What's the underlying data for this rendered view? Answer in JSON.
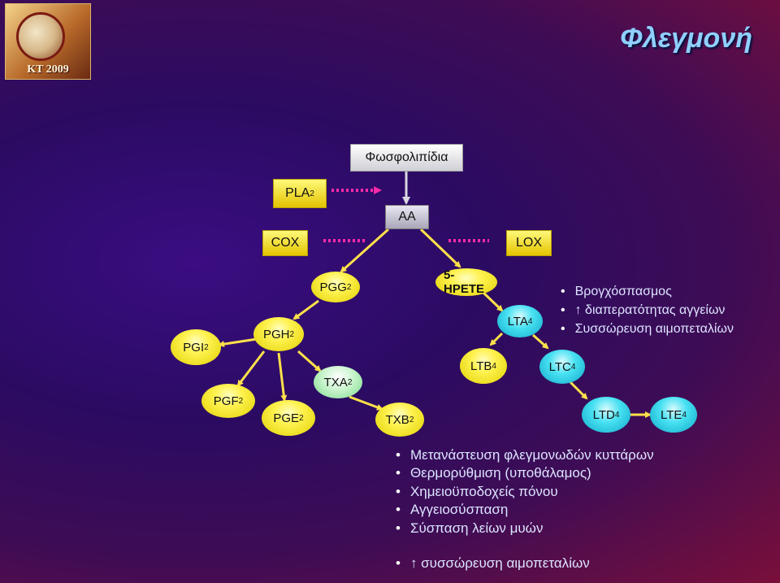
{
  "logo": {
    "text": "KT 2009"
  },
  "title": "Φλεγμονή",
  "boxes": {
    "phospholipids": "Φωσφολιπίδια",
    "pla": "PLA",
    "pla_sub": "2",
    "aa": "AA",
    "cox": "COX",
    "lox": "LOX"
  },
  "nodes": {
    "pgg": {
      "main": "PGG",
      "sub": "2"
    },
    "pgh": {
      "main": "PGH",
      "sub": "2"
    },
    "pgi": {
      "main": "PGI",
      "sub": "2"
    },
    "pgf": {
      "main": "PGF",
      "sub": "2"
    },
    "pge": {
      "main": "PGE",
      "sub": "2"
    },
    "txa": {
      "main": "TXA",
      "sub": "2"
    },
    "txb": {
      "main": "TXB",
      "sub": "2"
    },
    "hpete": {
      "main": "5-HPETE",
      "sub": ""
    },
    "lta": {
      "main": "LTA",
      "sub": "4"
    },
    "ltb": {
      "main": "LTB",
      "sub": "4"
    },
    "ltc": {
      "main": "LTC",
      "sub": "4"
    },
    "ltd": {
      "main": "LTD",
      "sub": "4"
    },
    "lte": {
      "main": "LTE",
      "sub": "4"
    }
  },
  "effects_lt": [
    "Βρογχόσπασμος",
    "↑ διαπερατότητας αγγείων",
    "Συσσώρευση αιμοπεταλίων"
  ],
  "effects_pg": [
    "Μετανάστευση φλεγμονωδών κυττάρων",
    "Θερμορύθμιση (υποθάλαμος)",
    "Χημειοϋποδοχείς πόνου",
    "Αγγειοσύσπαση",
    "Σύσπαση λείων μυών"
  ],
  "effects_pg_last": "↑ συσσώρευση αιμοπεταλίων",
  "colors": {
    "title": "#8fd0ff",
    "arrow": "#ffe14a",
    "dotted": "#ff2aa8",
    "node_yellow": "#fff250",
    "node_cyan": "#48e1f2",
    "node_mint": "#c8f4cc"
  }
}
